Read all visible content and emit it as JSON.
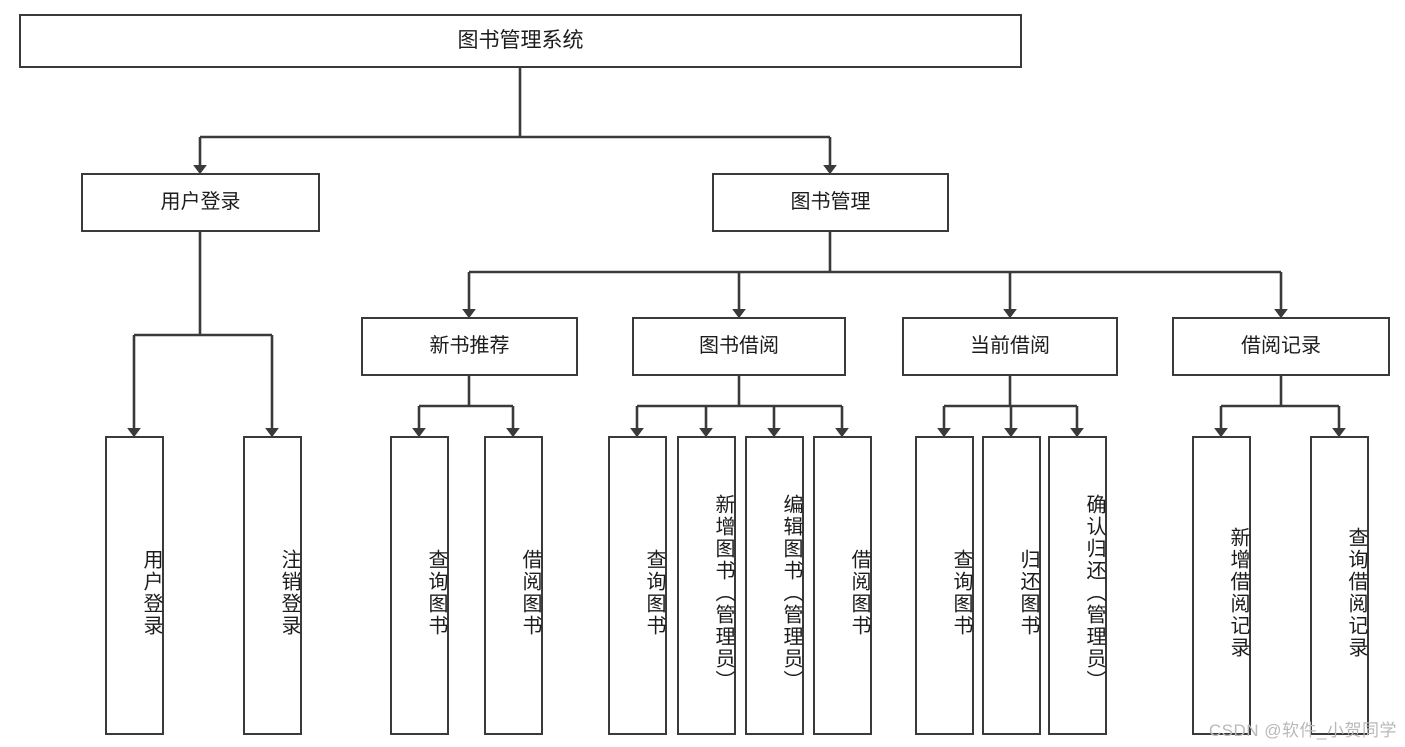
{
  "diagram": {
    "type": "tree",
    "title": "图书管理系统",
    "root": {
      "id": "root",
      "label": "图书管理系统"
    },
    "level1": [
      {
        "id": "user-login",
        "label": "用户登录"
      },
      {
        "id": "book-manage",
        "label": "图书管理"
      }
    ],
    "level2": [
      {
        "id": "new-book-rec",
        "label": "新书推荐",
        "parent": "book-manage"
      },
      {
        "id": "book-borrow",
        "label": "图书借阅",
        "parent": "book-manage"
      },
      {
        "id": "current-borrow",
        "label": "当前借阅",
        "parent": "book-manage"
      },
      {
        "id": "borrow-record",
        "label": "借阅记录",
        "parent": "book-manage"
      }
    ],
    "leaves": [
      {
        "id": "leaf-user-login",
        "label": "用户登录",
        "parent": "user-login"
      },
      {
        "id": "leaf-logout-login",
        "label": "注销登录",
        "parent": "user-login"
      },
      {
        "id": "leaf-query-book-1",
        "label": "查询图书",
        "parent": "new-book-rec"
      },
      {
        "id": "leaf-borrow-book-1",
        "label": "借阅图书",
        "parent": "new-book-rec"
      },
      {
        "id": "leaf-query-book-2",
        "label": "查询图书",
        "parent": "book-borrow"
      },
      {
        "id": "leaf-add-book",
        "label": "新增图书（管理员）",
        "parent": "book-borrow"
      },
      {
        "id": "leaf-edit-book",
        "label": "编辑图书（管理员）",
        "parent": "book-borrow"
      },
      {
        "id": "leaf-borrow-book-2",
        "label": "借阅图书",
        "parent": "book-borrow"
      },
      {
        "id": "leaf-query-book-3",
        "label": "查询图书",
        "parent": "current-borrow"
      },
      {
        "id": "leaf-return-book",
        "label": "归还图书",
        "parent": "current-borrow"
      },
      {
        "id": "leaf-confirm-return",
        "label": "确认归还（管理员）",
        "parent": "current-borrow"
      },
      {
        "id": "leaf-add-record",
        "label": "新增借阅记录",
        "parent": "borrow-record"
      },
      {
        "id": "leaf-query-record",
        "label": "查询借阅记录",
        "parent": "borrow-record"
      }
    ],
    "colors": {
      "stroke": "#3a3a3a",
      "fill": "#ffffff",
      "text": "#1c1c1c",
      "watermark": "#b9b9b9"
    }
  },
  "watermark": {
    "text": "CSDN @软件_小贺同学"
  }
}
